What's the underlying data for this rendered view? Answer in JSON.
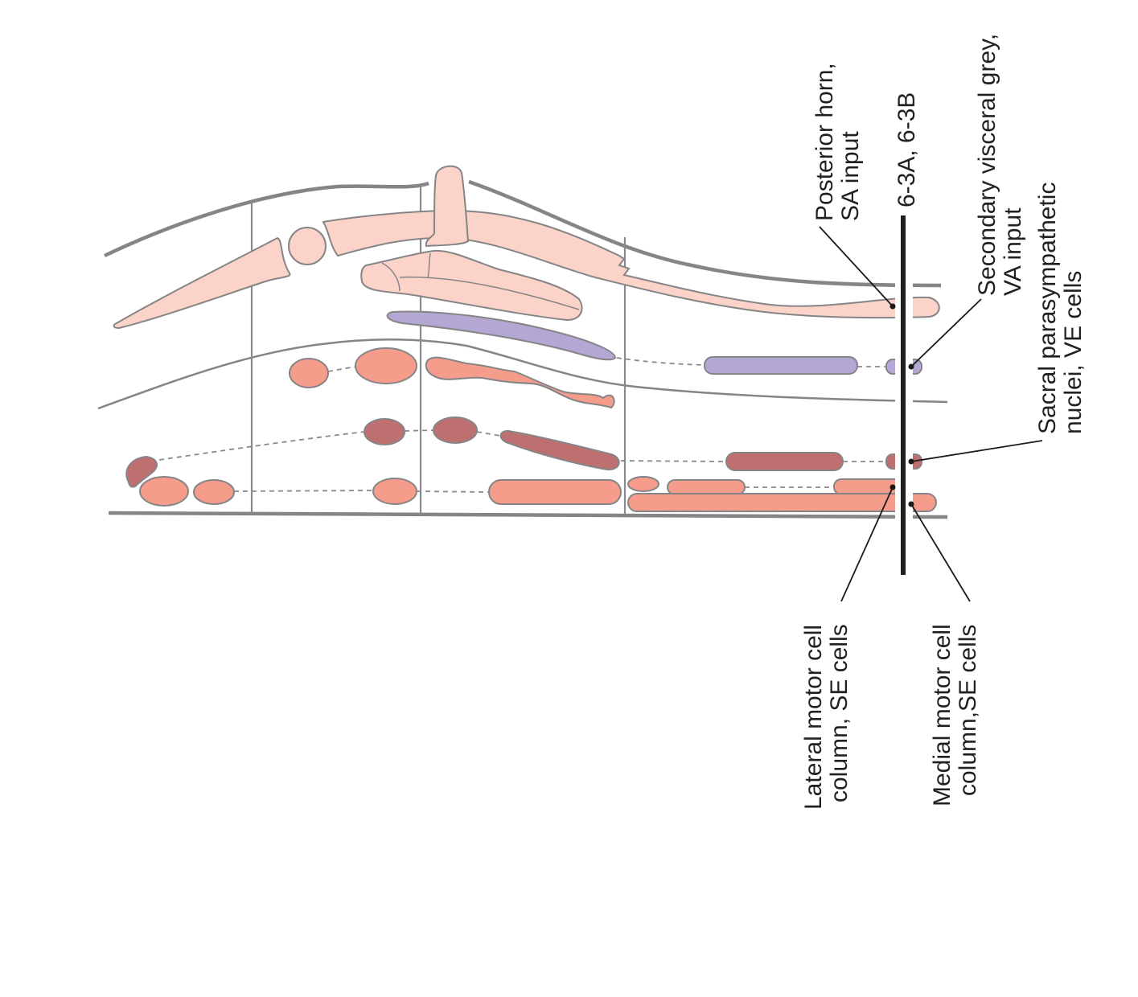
{
  "figure": {
    "section_marker": "6-3A, 6-3B",
    "colors": {
      "somatic_afferent": "#fbd3c8",
      "visceral_afferent": "#b4a7d3",
      "visceral_efferent": "#be7070",
      "somatic_efferent": "#f59c8b",
      "outline": "#858587",
      "marker_line": "#231f20"
    },
    "labels": {
      "posterior_horn": {
        "line1": "Posterior horn,",
        "line2": "SA input"
      },
      "secondary_visceral": {
        "line1": "Secondary visceral grey,",
        "line2": "VA input"
      },
      "sacral_parasympathetic": {
        "line1": "Sacral parasympathetic",
        "line2": "nuclei, VE cells"
      },
      "lateral_motor": {
        "line1": "Lateral motor cell",
        "line2": "column, SE cells"
      },
      "medial_motor": {
        "line1": "Medial motor cell",
        "line2": "column,SE cells"
      }
    }
  }
}
